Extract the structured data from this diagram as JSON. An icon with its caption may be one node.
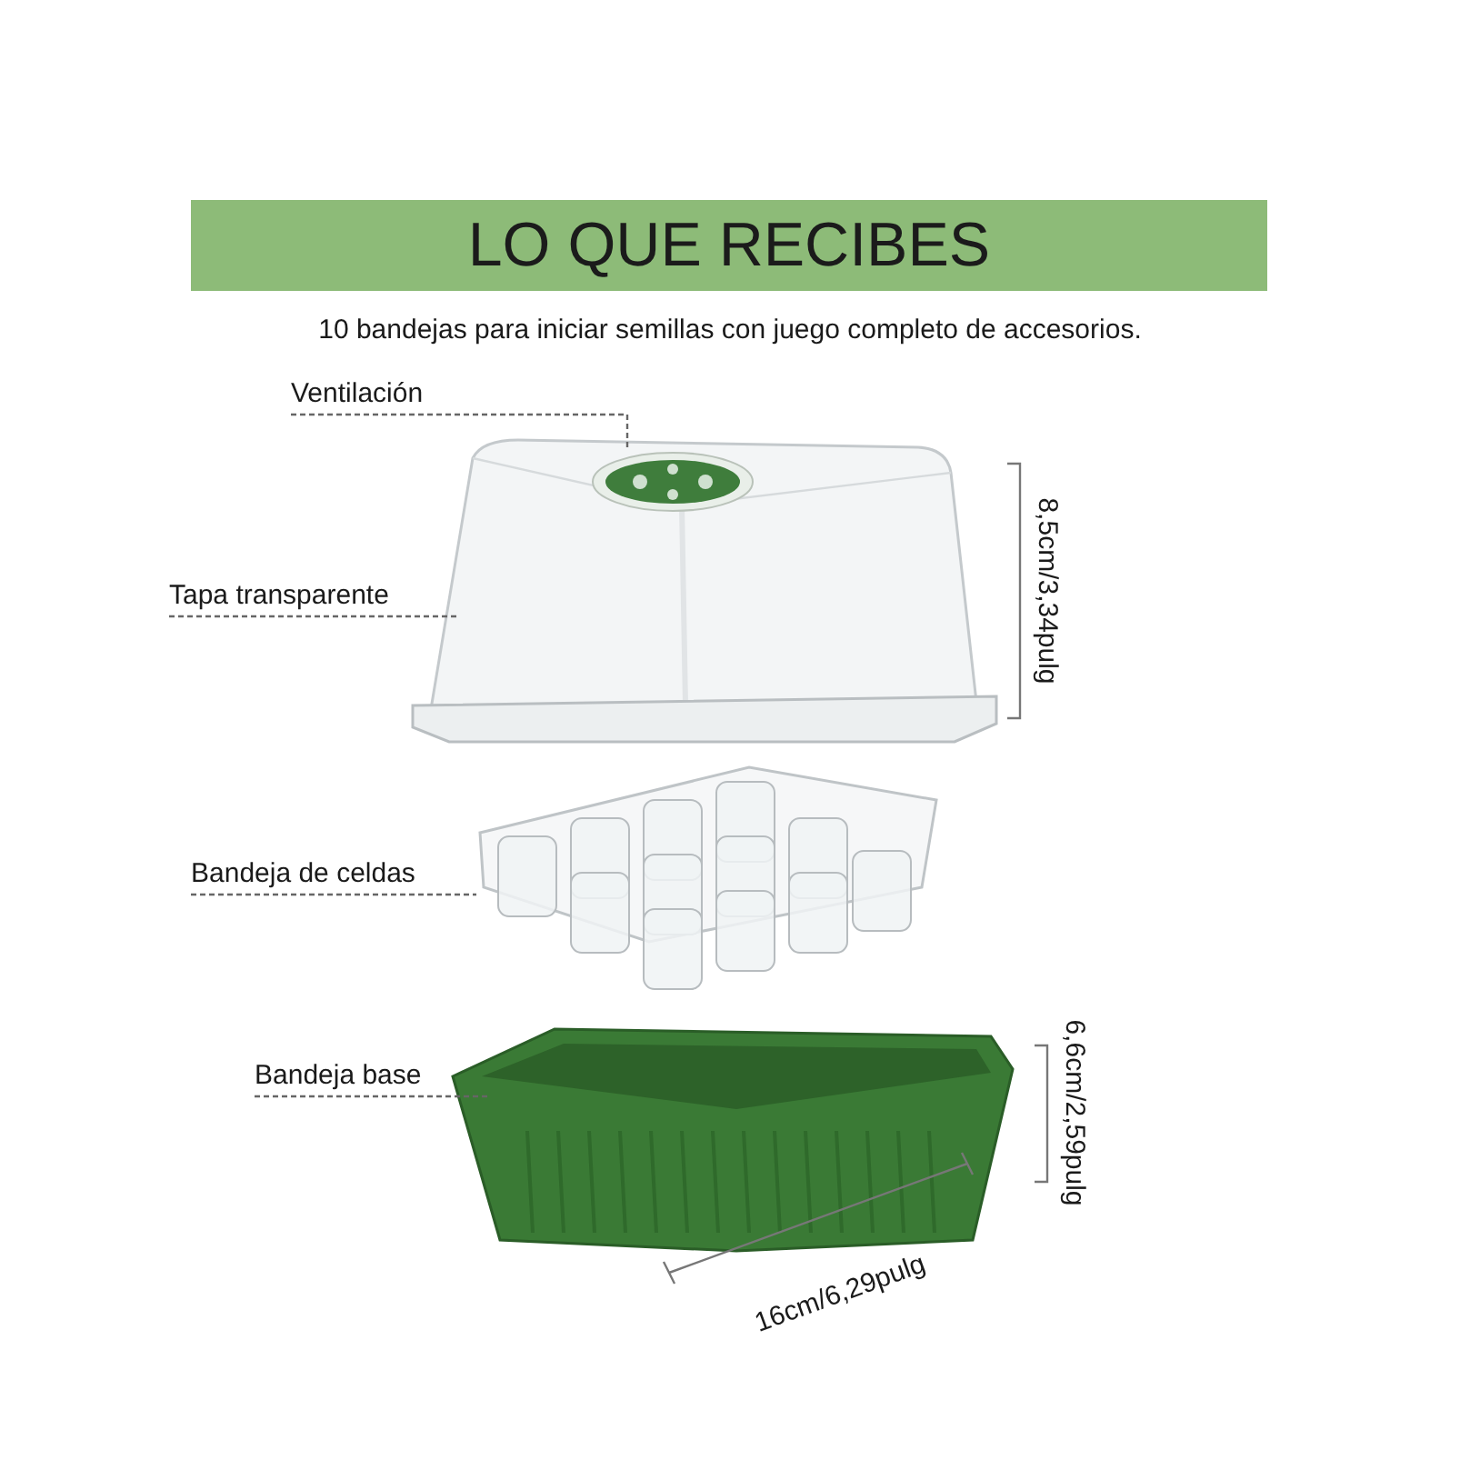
{
  "diagram": {
    "title": "LO QUE RECIBES",
    "nodes": [
      {
        "text": [
          "Ventilación"
        ]
      },
      {
        "text": [
          "Tapa transparente"
        ]
      },
      {
        "text": [
          "Bandeja de celdas"
        ]
      },
      {
        "text": [
          "Bandeja base"
        ]
      },
      {
        "text": [],
        "shape": "picture"
      },
      {
        "text": [],
        "shape": "picture",
        "in": 4
      },
      {
        "text": [],
        "shape": "picture"
      },
      {
        "text": [],
        "shape": "picture"
      }
    ],
    "edges": [
      {
        "from": 0,
        "to": 5,
        "arrow": "none",
        "style": "dashed"
      },
      {
        "from": 1,
        "to": 4,
        "arrow": "none",
        "style": "dashed"
      },
      {
        "from": 2,
        "to": 6,
        "arrow": "none",
        "style": "dashed"
      },
      {
        "from": 3,
        "to": 7,
        "arrow": "none",
        "style": "dashed"
      }
    ],
    "labels": [
      "10 bandejas para iniciar semillas con juego completo de accesorios.",
      "8,5cm/3,34pulg",
      "6,6cm/2,59pulg",
      "16cm/6,29pulg"
    ]
  }
}
